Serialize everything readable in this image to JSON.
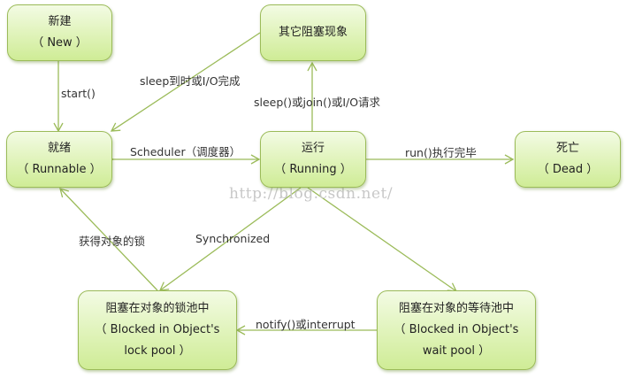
{
  "diagram": {
    "title": "Java线程状态转换图",
    "colors": {
      "node_border": "#9bbb59",
      "node_fill": "#dff3b8",
      "edge": "#9bbb59"
    },
    "nodes": {
      "new": {
        "line1": "新建",
        "line2": "（ New ）"
      },
      "blocked_other": {
        "line1": "其它阻塞现象"
      },
      "runnable": {
        "line1": "就绪",
        "line2": "（ Runnable ）"
      },
      "running": {
        "line1": "运行",
        "line2": "（ Running ）"
      },
      "dead": {
        "line1": "死亡",
        "line2": "（ Dead ）"
      },
      "lock_pool": {
        "line1": "阻塞在对象的锁池中",
        "line2": "（ Blocked  in Object's",
        "line3": "lock pool ）"
      },
      "wait_pool": {
        "line1": "阻塞在对象的等待池中",
        "line2": "（ Blocked  in Object's",
        "line3": "wait pool ）"
      }
    },
    "edges": {
      "start": "start()",
      "sleep_done": "sleep到时或I/O完成",
      "sleep_join": "sleep()或join()或I/O请求",
      "scheduler": "Scheduler（调度器）",
      "run_done": "run()执行完毕",
      "get_lock": "获得对象的锁",
      "synchronized": "Synchronized",
      "notify": "notify()或interrupt"
    },
    "watermark": "http://blog.csdn.net/"
  }
}
